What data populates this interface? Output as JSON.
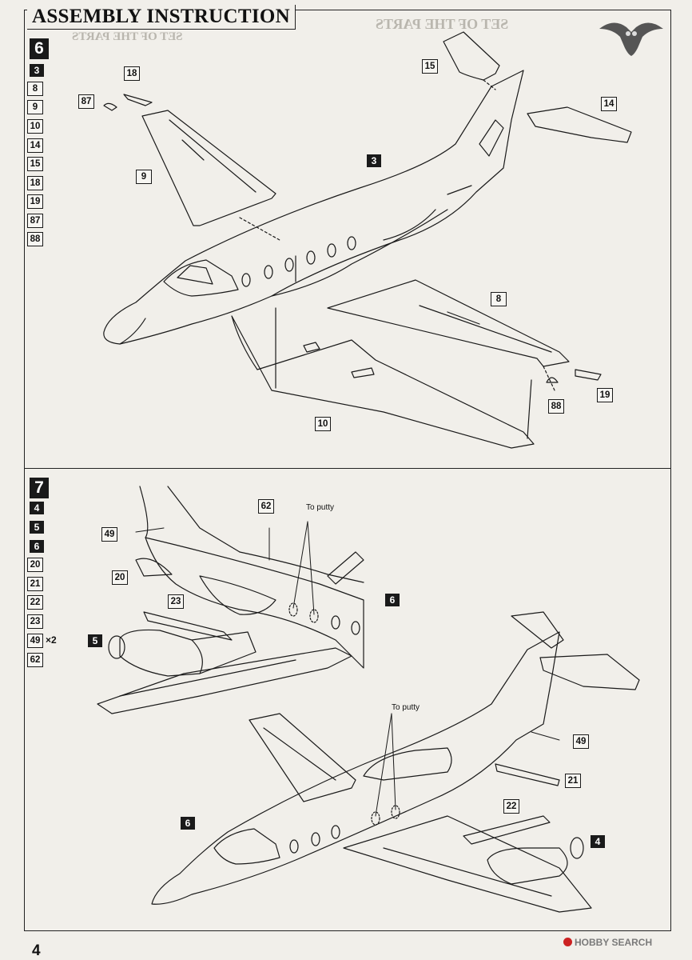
{
  "header": {
    "title": "ASSEMBLY INSTRUCTION",
    "ghost_text": "SET OF THE PARTS"
  },
  "step6": {
    "number": "6",
    "parts_list": [
      "3",
      "8",
      "9",
      "10",
      "14",
      "15",
      "18",
      "19",
      "87",
      "88"
    ],
    "callouts": {
      "p18": "18",
      "p87": "87",
      "p9": "9",
      "p15": "15",
      "p14": "14",
      "p3": "3",
      "p8": "8",
      "p19": "19",
      "p88": "88",
      "p10": "10"
    }
  },
  "step7": {
    "number": "7",
    "parts_list": [
      "4",
      "5",
      "6",
      "20",
      "21",
      "22",
      "23",
      "49",
      "62"
    ],
    "multiplier": "×2",
    "callouts": {
      "p62": "62",
      "p49a": "49",
      "p20": "20",
      "p23": "23",
      "p5": "5",
      "p6a": "6",
      "p49b": "49",
      "p21": "21",
      "p22": "22",
      "p6b": "6",
      "p4": "4"
    },
    "note_putty": "To putty"
  },
  "footer": {
    "page_number": "4",
    "watermark": "HOBBY SEARCH"
  },
  "colors": {
    "ink": "#1a1a1a",
    "paper": "#f1efea"
  },
  "icons": {
    "logo": "owl-icon"
  }
}
